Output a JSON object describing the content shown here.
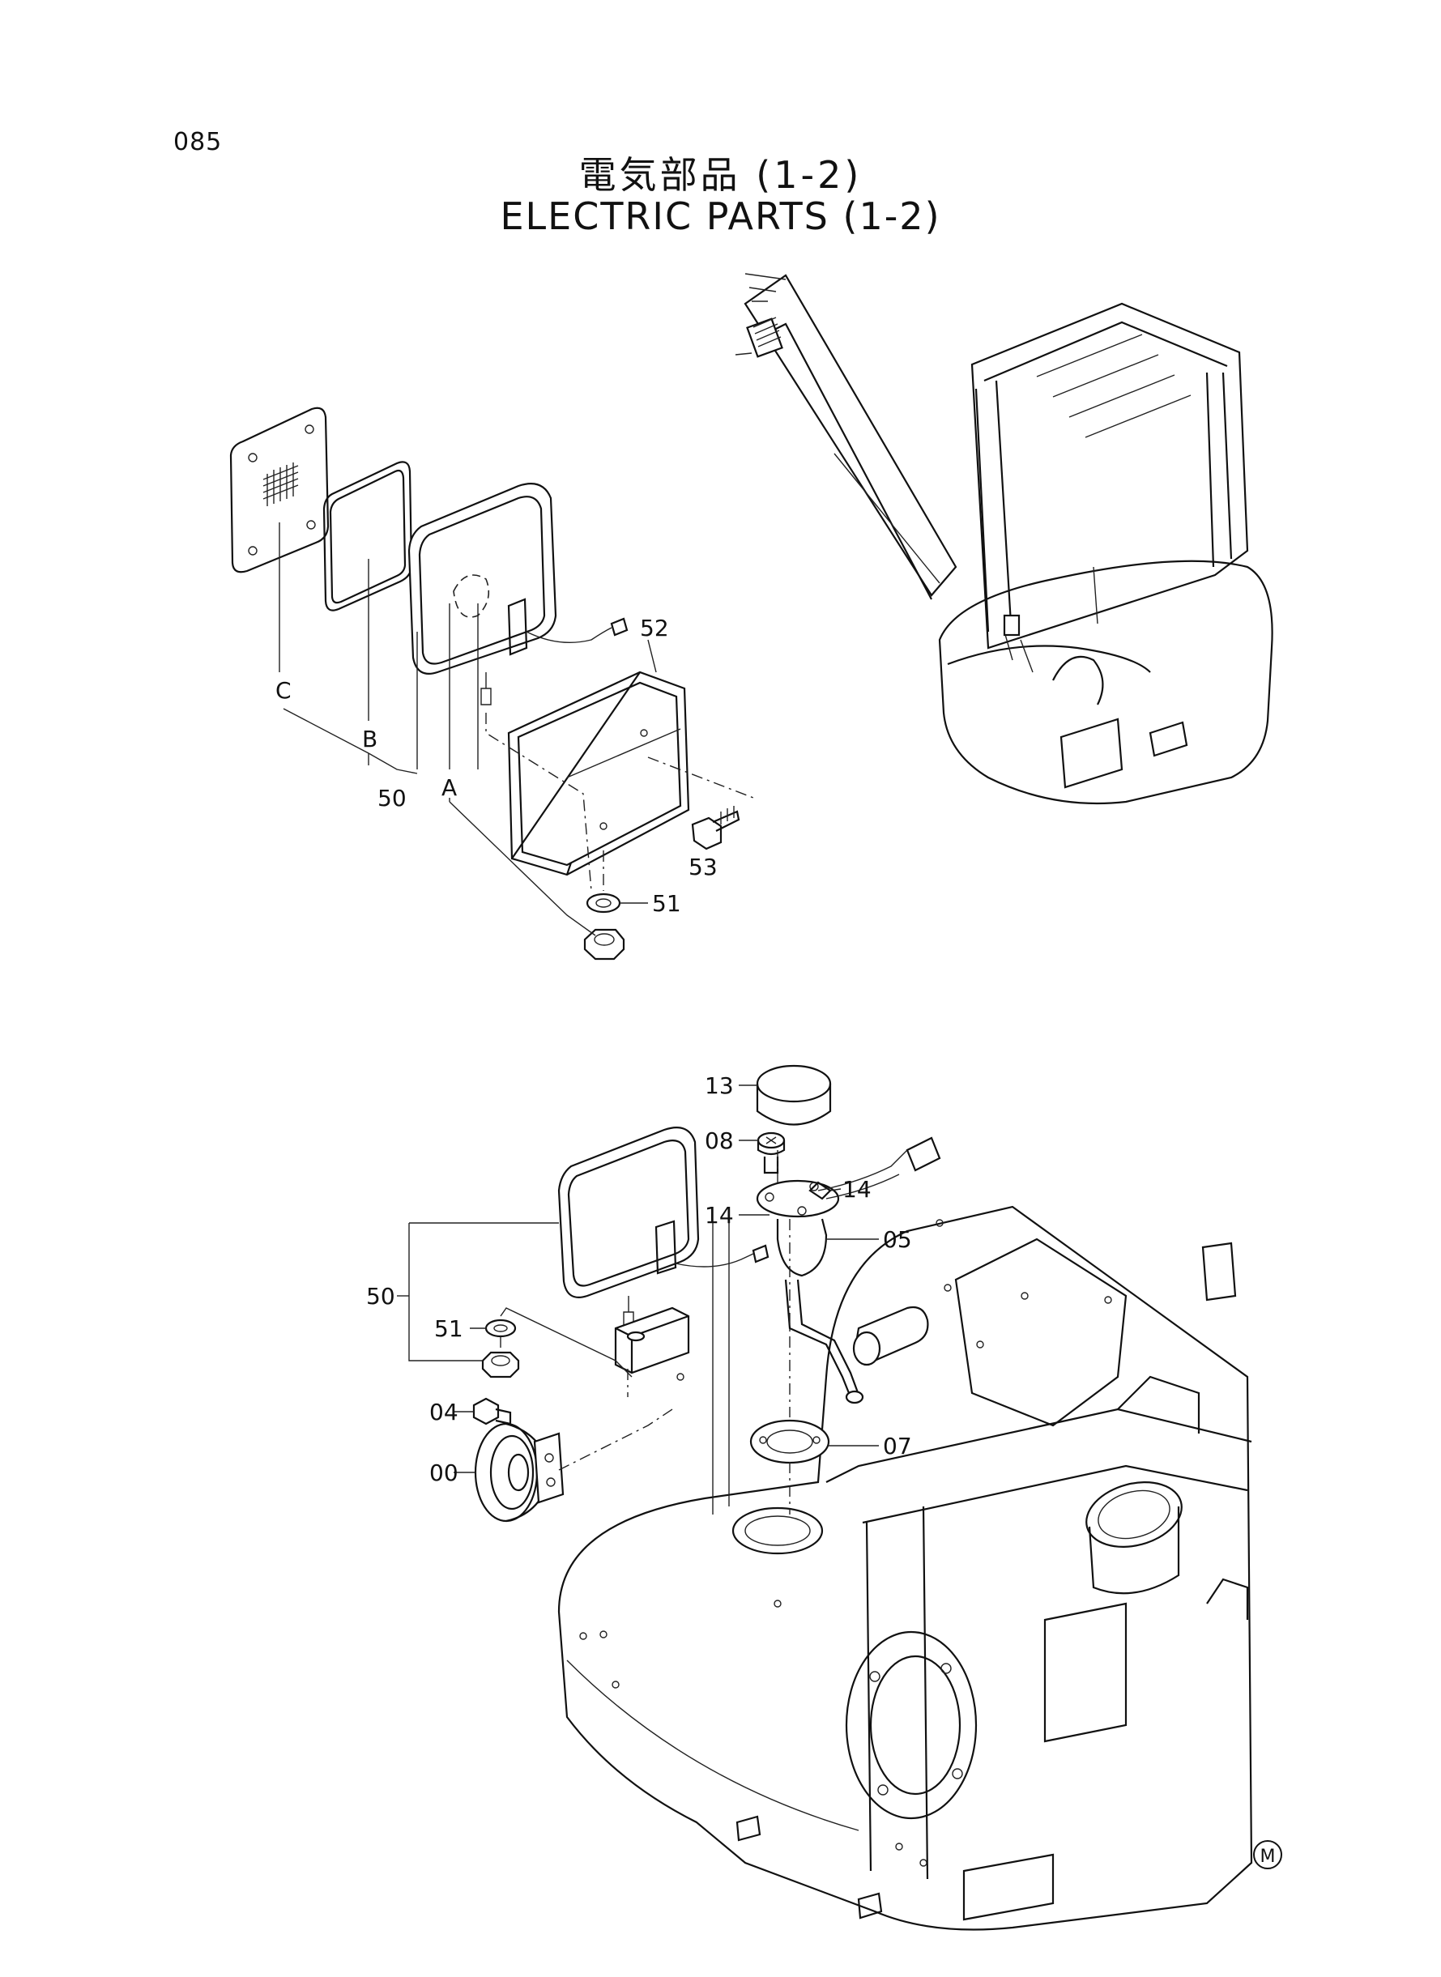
{
  "page_number": "085",
  "title_jp": "電気部品 (1-2)",
  "title_en": "ELECTRIC PARTS (1-2)",
  "corner_mark": "M",
  "top_view": {
    "labels": {
      "c": "C",
      "b": "B",
      "a": "A",
      "p50": "50",
      "p51": "51",
      "p52": "52",
      "p53": "53"
    }
  },
  "bottom_view": {
    "labels": {
      "p13": "13",
      "p08": "08",
      "p14a": "14",
      "p14b": "14",
      "p05": "05",
      "p50": "50",
      "p51": "51",
      "p04": "04",
      "p00": "00",
      "p07": "07"
    }
  }
}
